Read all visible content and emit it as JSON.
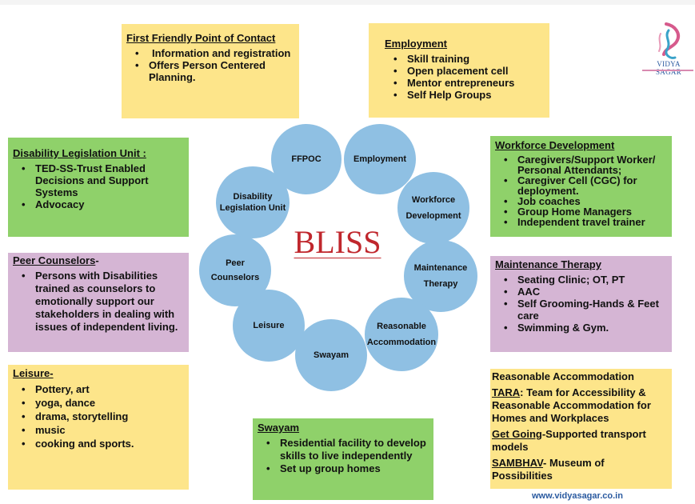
{
  "center": {
    "title": "BLISS"
  },
  "circles": [
    "FFPOC",
    "Employment",
    "Workforce Development",
    "Maintenance Therapy",
    "Reasonable Accommodation",
    "Swayam",
    "Leisure",
    "Peer Counselors",
    "Disability Legislation Unit"
  ],
  "boxes": {
    "ffpoc": {
      "title": "First Friendly Point of Contact",
      "items": [
        "Information and registration",
        "Offers Person Centered Planning."
      ]
    },
    "employment": {
      "title": "Employment",
      "items": [
        "Skill training",
        "Open placement cell",
        "Mentor entrepreneurs",
        "Self Help Groups"
      ]
    },
    "disability": {
      "title": "Disability Legislation Unit :",
      "items": [
        "TED-SS-Trust Enabled Decisions and Support Systems",
        "Advocacy"
      ]
    },
    "workforce": {
      "title": "Workforce Development",
      "items": [
        "Caregivers/Support Worker/ Personal Attendants;",
        "Caregiver Cell (CGC) for deployment.",
        "Job coaches",
        "Group Home Managers",
        "Independent travel trainer"
      ]
    },
    "peer": {
      "title": "Peer Counselors",
      "title_suffix": "-",
      "items": [
        "Persons with Disabilities trained as counselors to emotionally support our stakeholders in dealing with issues of independent living."
      ]
    },
    "maintenance": {
      "title": "Maintenance Therapy",
      "items": [
        "Seating Clinic; OT, PT",
        "AAC",
        "Self Grooming-Hands & Feet care",
        "Swimming & Gym."
      ]
    },
    "leisure": {
      "title": "Leisure-",
      "items": [
        "Pottery, art",
        "yoga, dance",
        "drama, storytelling",
        "music",
        "cooking and sports."
      ]
    },
    "swayam": {
      "title": "Swayam",
      "items": [
        "Residential facility to develop  skills to live independently",
        "Set up group homes"
      ]
    },
    "reasonable": {
      "heading": "Reasonable Accommodation",
      "tara_label": "TARA",
      "tara_text": ": Team for Accessibility & Reasonable Accommodation for Homes and Workplaces",
      "getgoing_label": "Get Going",
      "getgoing_text": "-Supported transport models",
      "sambhav_label": "SAMBHAV",
      "sambhav_text": "- Museum of Possibilities"
    }
  },
  "logo": {
    "text": "VIDYA SAGAR"
  },
  "footer": {
    "website": "www.vidyasagar.co.in"
  },
  "colors": {
    "yellow": "#fde58a",
    "green": "#8fd16a",
    "purple": "#d5b5d4",
    "circle": "#8fc0e3",
    "bliss": "#c0272d"
  }
}
